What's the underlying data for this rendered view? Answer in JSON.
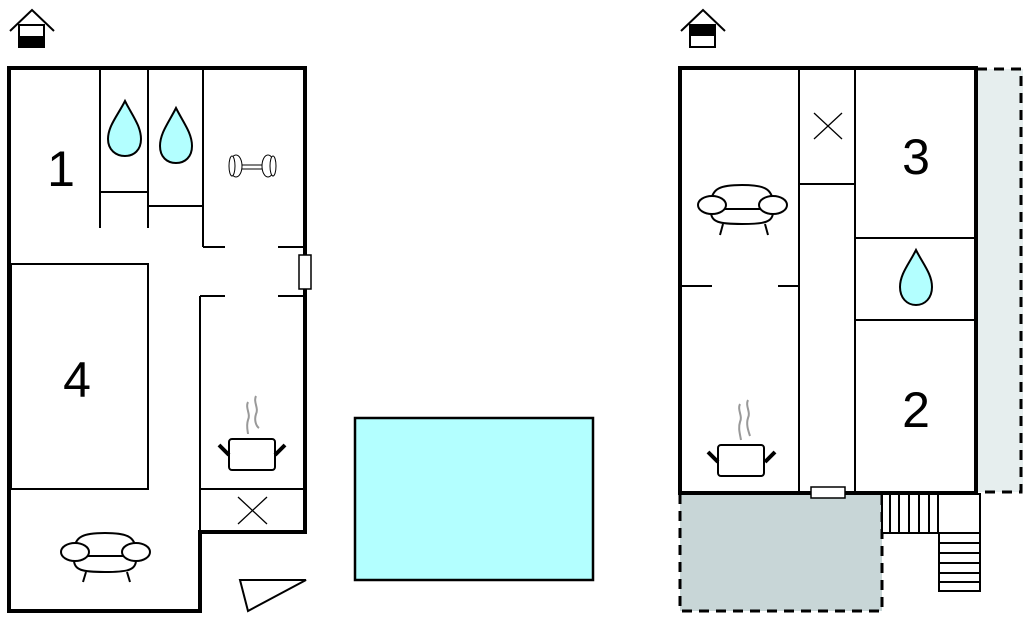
{
  "colors": {
    "water": "#b3ffff",
    "terrace": "#c8d6d7",
    "terrace_light": "#e6eeee",
    "wall": "#000000",
    "background": "#ffffff"
  },
  "floors": [
    {
      "id": "ground-floor",
      "indicator_icon": "house-lower-floor-icon",
      "rooms": [
        {
          "label": "1",
          "type": "bedroom"
        },
        {
          "label": "4",
          "type": "bedroom"
        },
        {
          "label": "",
          "type": "bathroom",
          "icon": "water-drop-icon"
        },
        {
          "label": "",
          "type": "bathroom",
          "icon": "water-drop-icon"
        },
        {
          "label": "",
          "type": "fitness",
          "icon": "dumbbell-icon"
        },
        {
          "label": "",
          "type": "kitchen",
          "icon": "cooking-pot-icon"
        },
        {
          "label": "",
          "type": "utility",
          "icon": "x-cross-icon"
        },
        {
          "label": "",
          "type": "living",
          "icon": "sofa-icon"
        }
      ]
    },
    {
      "id": "upper-floor",
      "indicator_icon": "house-upper-floor-icon",
      "rooms": [
        {
          "label": "3",
          "type": "bedroom"
        },
        {
          "label": "2",
          "type": "bedroom"
        },
        {
          "label": "",
          "type": "bathroom",
          "icon": "water-drop-icon"
        },
        {
          "label": "",
          "type": "living",
          "icon": "sofa-icon"
        },
        {
          "label": "",
          "type": "kitchen",
          "icon": "cooking-pot-icon"
        },
        {
          "label": "",
          "type": "utility",
          "icon": "x-cross-icon"
        }
      ]
    }
  ],
  "outdoor": {
    "pool": {
      "type": "pool"
    },
    "terrace": {
      "type": "terrace"
    },
    "balcony": {
      "type": "balcony"
    },
    "stairs": {
      "type": "stairs"
    },
    "entrance": {
      "icon": "entrance-triangle-icon"
    }
  },
  "labels": {
    "room1": "1",
    "room2": "2",
    "room3": "3",
    "room4": "4"
  }
}
